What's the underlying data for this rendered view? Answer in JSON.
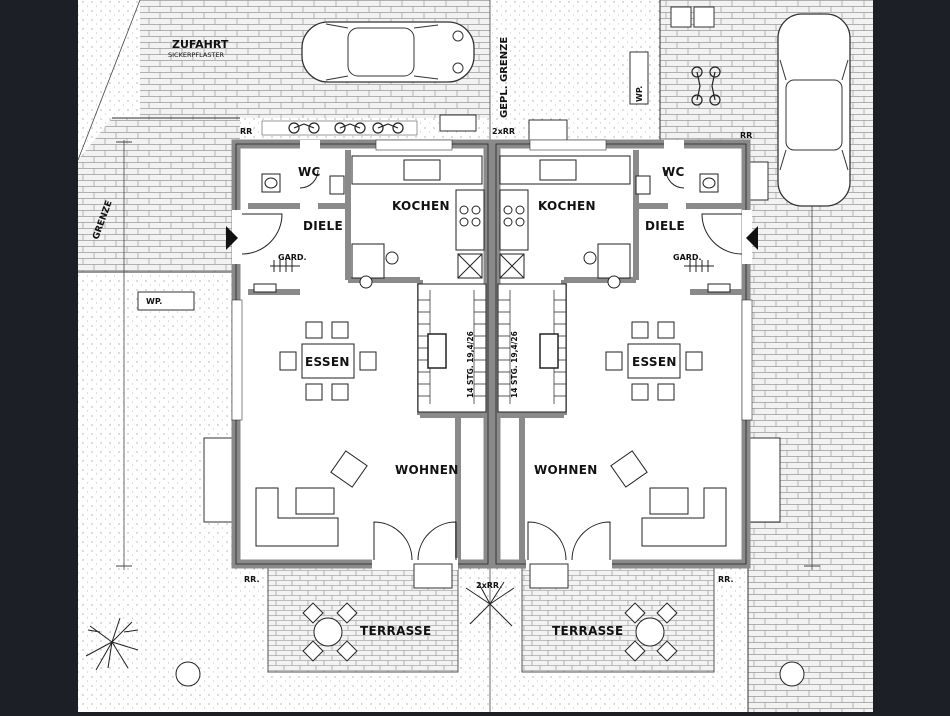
{
  "labels": {
    "zufahrt": "ZUFAHRT",
    "sickerpflaster": "SICKERPFLASTER",
    "gepl_grenze": "GEPL. GRENZE",
    "grenze": "GRENZE",
    "rr_2x_top": "2xRR",
    "rr_2x_bottom": "2xRR.",
    "rr": "RR",
    "rr_dot": "RR.",
    "wp": "WP.",
    "left_unit": {
      "wc": "WC",
      "kochen": "KOCHEN",
      "diele": "DIELE",
      "gard": "GARD.",
      "essen": "ESSEN",
      "wohnen": "WOHNEN",
      "terrasse": "TERRASSE",
      "stair": "14 STG. 19,4/26"
    },
    "right_unit": {
      "wc": "WC",
      "kochen": "KOCHEN",
      "diele": "DIELE",
      "gard": "GARD.",
      "essen": "ESSEN",
      "wohnen": "WOHNEN",
      "terrasse": "TERRASSE",
      "stair": "14 STG. 19,4/26"
    }
  },
  "colors": {
    "background": "#1d1f26",
    "paper": "#ffffff",
    "wall": "#8a8a8a",
    "line": "#222222",
    "paving": "#eeeeee"
  },
  "icons": [
    "car-icon",
    "tree-icon",
    "bicycle-icon",
    "entry-arrow-icon"
  ]
}
